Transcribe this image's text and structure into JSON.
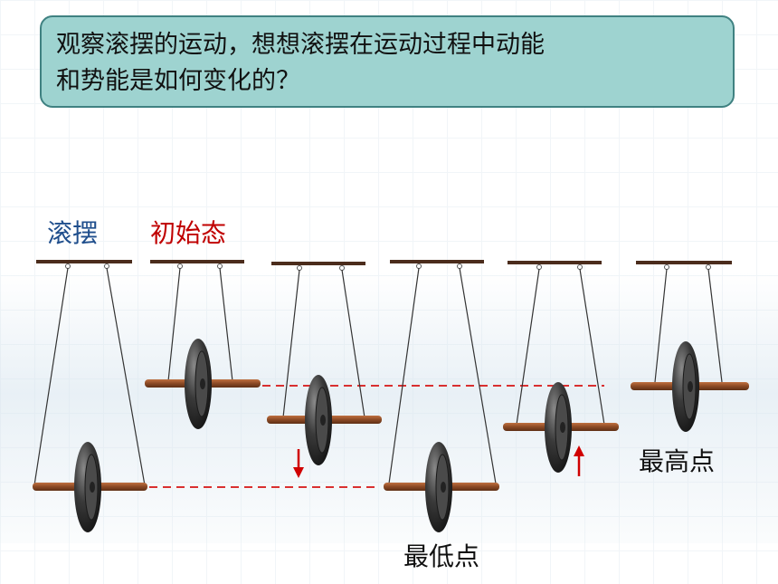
{
  "question": {
    "line1": "观察滚摆的运动，想想滚摆在运动过程中动能",
    "line2": "和势能是如何变化的？"
  },
  "labels": {
    "pendulum": "滚摆",
    "initial_state": "初始态",
    "highest_point": "最高点",
    "lowest_point": "最低点"
  },
  "colors": {
    "box_fill": "#9ed3d0",
    "box_border": "#3f8181",
    "label_blue": "#1f4e8c",
    "label_red": "#c00000",
    "axle": "#8b4a25",
    "dashed_line": "#d93030",
    "arrow": "#d00000",
    "wheel": "#2a2a2a"
  },
  "arrows": [
    {
      "name": "down-arrow",
      "direction": "down"
    },
    {
      "name": "up-arrow",
      "direction": "up"
    }
  ]
}
